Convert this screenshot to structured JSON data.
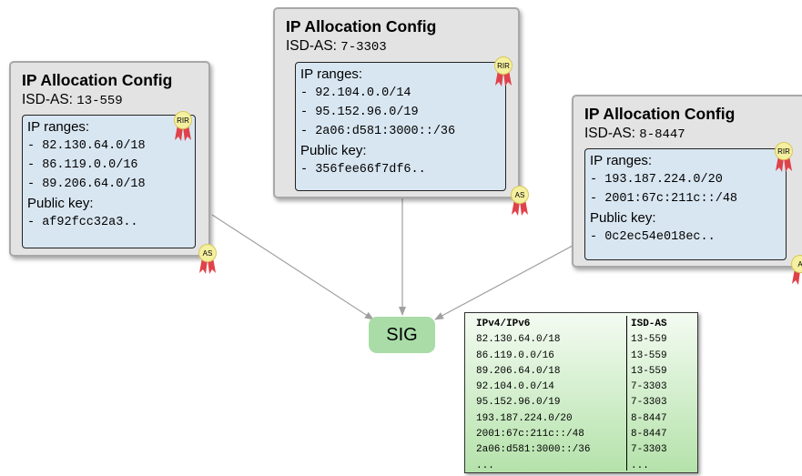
{
  "cards": [
    {
      "title": "IP Allocation Config",
      "isd_prefix": "ISD-AS: ",
      "isd_value": "13-559",
      "ranges_label": "IP ranges:",
      "ranges": [
        "- 82.130.64.0/18",
        "- 86.119.0.0/16",
        "- 89.206.64.0/18"
      ],
      "key_label": "Public key:",
      "key": "- af92fcc32a3.."
    },
    {
      "title": "IP Allocation Config",
      "isd_prefix": "ISD-AS: ",
      "isd_value": "7-3303",
      "ranges_label": "IP ranges:",
      "ranges": [
        "- 92.104.0.0/14",
        "- 95.152.96.0/19",
        "- 2a06:d581:3000::/36"
      ],
      "key_label": "Public key:",
      "key": "- 356fee66f7df6.."
    },
    {
      "title": "IP Allocation Config",
      "isd_prefix": "ISD-AS: ",
      "isd_value": "8-8447",
      "ranges_label": "IP ranges:",
      "ranges": [
        "- 193.187.224.0/20",
        "- 2001:67c:211c::/48"
      ],
      "key_label": "Public key:",
      "key": "- 0c2ec54e018ec.."
    }
  ],
  "badges": {
    "rir": "RIR",
    "as": "AS",
    "as_cut": "A"
  },
  "sig_label": "SIG",
  "table": {
    "headers": [
      "IPv4/IPv6",
      "ISD-AS"
    ],
    "rows": [
      [
        "82.130.64.0/18",
        "13-559"
      ],
      [
        "86.119.0.0/16",
        "13-559"
      ],
      [
        "89.206.64.0/18",
        "13-559"
      ],
      [
        "92.104.0.0/14",
        "7-3303"
      ],
      [
        "95.152.96.0/19",
        "7-3303"
      ],
      [
        "193.187.224.0/20",
        "8-8447"
      ],
      [
        "2001:67c:211c::/48",
        "8-8447"
      ],
      [
        "2a06:d581:3000::/36",
        "7-3303"
      ],
      [
        "...",
        "..."
      ]
    ]
  },
  "colors": {
    "card_bg": "#e3e3e3",
    "inner_bg": "#d8e6f1",
    "sig_bg": "#a9dca7",
    "table_grad_top": "#f4fbf2",
    "table_grad_bottom": "#b4e2aa",
    "edge": "#a0a0a0",
    "badge_seal": "#f5f0a0",
    "badge_ribbon": "#e0424a"
  }
}
